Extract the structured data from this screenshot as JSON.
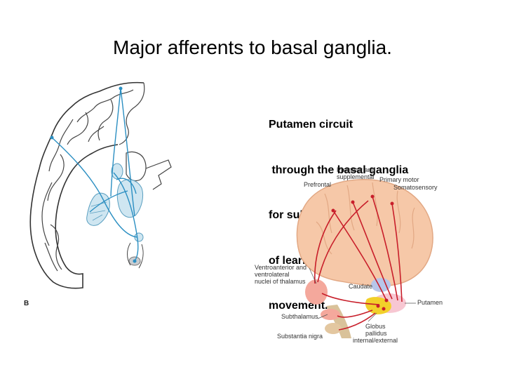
{
  "slide": {
    "title": "Major afferents to basal ganglia."
  },
  "caption": {
    "lines": [
      "Putamen circuit",
      " through the basal ganglia",
      "for subconscious execution",
      "of learned patterns of",
      "movement."
    ]
  },
  "left_figure": {
    "panel_label": "B"
  },
  "right_figure": {
    "labels": {
      "premotor": "Premotor and\nsupplemental",
      "primary_motor": "Primary motor",
      "prefrontal": "Prefrontal",
      "somatosensory": "Somatosensory",
      "thalamus": "Ventroanterior and\nventrolateral\nnuclei of thalamus",
      "caudate": "Caudate",
      "putamen": "Putamen",
      "subthalamus": "Subthalamus",
      "globus": "Globus\npallidus\ninternal/external",
      "substantia": "Substantia nigra"
    }
  }
}
